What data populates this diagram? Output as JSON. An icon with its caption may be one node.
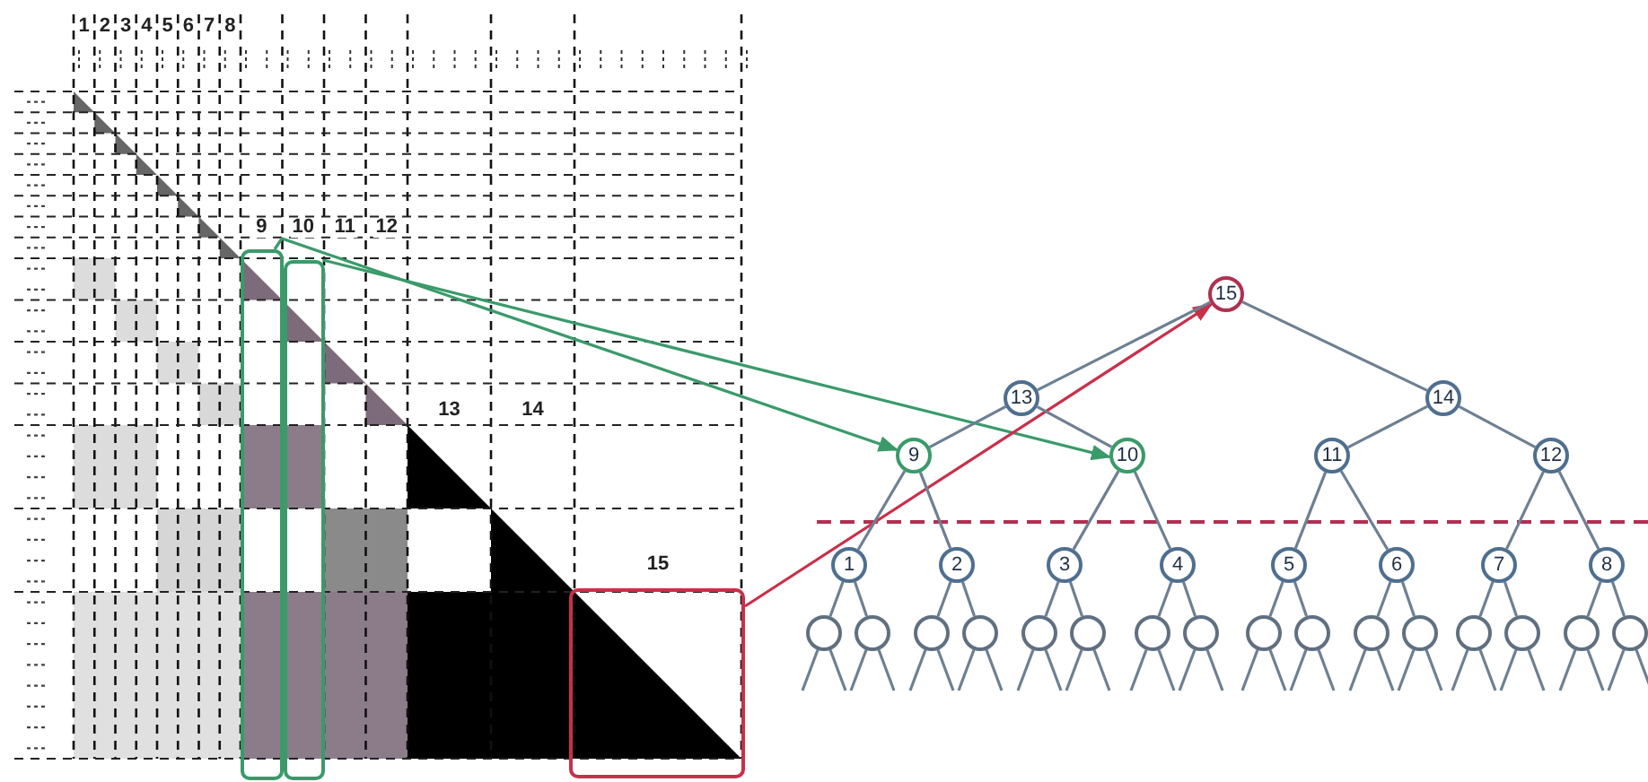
{
  "diagram": {
    "nodes": [
      {
        "text": [],
        "shape": "box"
      },
      {
        "text": [],
        "shape": "box"
      },
      {
        "text": [],
        "shape": "box"
      },
      {
        "text": [
          "15"
        ]
      },
      {
        "text": [
          "13"
        ]
      },
      {
        "text": [
          "14"
        ]
      },
      {
        "text": [
          "9"
        ]
      },
      {
        "text": [
          "10"
        ]
      },
      {
        "text": [
          "11"
        ]
      },
      {
        "text": [
          "12"
        ]
      },
      {
        "text": [
          "1"
        ]
      },
      {
        "text": [
          "2"
        ]
      },
      {
        "text": [
          "3"
        ]
      },
      {
        "text": [
          "4"
        ]
      },
      {
        "text": [
          "5"
        ]
      },
      {
        "text": [
          "6"
        ]
      },
      {
        "text": [
          "7"
        ]
      },
      {
        "text": [
          "8"
        ]
      },
      {
        "text": [],
        "shape": "circle"
      },
      {
        "text": [],
        "shape": "circle"
      },
      {
        "text": [],
        "shape": "circle"
      },
      {
        "text": [],
        "shape": "circle"
      },
      {
        "text": [],
        "shape": "circle"
      },
      {
        "text": [],
        "shape": "circle"
      },
      {
        "text": [],
        "shape": "circle"
      },
      {
        "text": [],
        "shape": "circle"
      },
      {
        "text": [],
        "shape": "circle"
      },
      {
        "text": [],
        "shape": "circle"
      },
      {
        "text": [],
        "shape": "circle"
      },
      {
        "text": [],
        "shape": "circle"
      },
      {
        "text": [],
        "shape": "circle"
      },
      {
        "text": [],
        "shape": "circle"
      },
      {
        "text": [],
        "shape": "circle"
      },
      {
        "text": [],
        "shape": "circle"
      }
    ],
    "edges": [
      {
        "from": 0,
        "to": 6,
        "arrow": "to",
        "color": "#3a9a6a"
      },
      {
        "from": 1,
        "to": 7,
        "arrow": "to",
        "color": "#3a9a6a"
      },
      {
        "from": 2,
        "to": 3,
        "arrow": "to",
        "color": "#c8304a"
      },
      {
        "from": 3,
        "to": 4,
        "arrow": "none"
      },
      {
        "from": 3,
        "to": 5,
        "arrow": "none"
      },
      {
        "from": 4,
        "to": 6,
        "arrow": "none"
      },
      {
        "from": 4,
        "to": 7,
        "arrow": "none"
      },
      {
        "from": 5,
        "to": 8,
        "arrow": "none"
      },
      {
        "from": 5,
        "to": 9,
        "arrow": "none"
      },
      {
        "from": 6,
        "to": 10,
        "arrow": "none"
      },
      {
        "from": 6,
        "to": 11,
        "arrow": "none"
      },
      {
        "from": 7,
        "to": 12,
        "arrow": "none"
      },
      {
        "from": 7,
        "to": 13,
        "arrow": "none"
      },
      {
        "from": 8,
        "to": 14,
        "arrow": "none"
      },
      {
        "from": 8,
        "to": 15,
        "arrow": "none"
      },
      {
        "from": 9,
        "to": 16,
        "arrow": "none"
      },
      {
        "from": 9,
        "to": 17,
        "arrow": "none"
      },
      {
        "from": 10,
        "to": 18,
        "arrow": "none"
      },
      {
        "from": 10,
        "to": 19,
        "arrow": "none"
      },
      {
        "from": 11,
        "to": 20,
        "arrow": "none"
      },
      {
        "from": 11,
        "to": 21,
        "arrow": "none"
      },
      {
        "from": 12,
        "to": 22,
        "arrow": "none"
      },
      {
        "from": 12,
        "to": 23,
        "arrow": "none"
      },
      {
        "from": 13,
        "to": 24,
        "arrow": "none"
      },
      {
        "from": 13,
        "to": 25,
        "arrow": "none"
      },
      {
        "from": 14,
        "to": 26,
        "arrow": "none"
      },
      {
        "from": 14,
        "to": 27,
        "arrow": "none"
      },
      {
        "from": 15,
        "to": 28,
        "arrow": "none"
      },
      {
        "from": 15,
        "to": 29,
        "arrow": "none"
      },
      {
        "from": 16,
        "to": 30,
        "arrow": "none"
      },
      {
        "from": 16,
        "to": 31,
        "arrow": "none"
      },
      {
        "from": 17,
        "to": 32,
        "arrow": "none"
      },
      {
        "from": 17,
        "to": 33,
        "arrow": "none"
      },
      {
        "from": 18,
        "to": null,
        "arrow": "none"
      },
      {
        "from": 18,
        "to": null,
        "arrow": "none"
      },
      {
        "from": 19,
        "to": null,
        "arrow": "none"
      },
      {
        "from": 19,
        "to": null,
        "arrow": "none"
      },
      {
        "from": 20,
        "to": null,
        "arrow": "none"
      },
      {
        "from": 20,
        "to": null,
        "arrow": "none"
      },
      {
        "from": 21,
        "to": null,
        "arrow": "none"
      },
      {
        "from": 21,
        "to": null,
        "arrow": "none"
      },
      {
        "from": 22,
        "to": null,
        "arrow": "none"
      },
      {
        "from": 22,
        "to": null,
        "arrow": "none"
      },
      {
        "from": 23,
        "to": null,
        "arrow": "none"
      },
      {
        "from": 23,
        "to": null,
        "arrow": "none"
      },
      {
        "from": 24,
        "to": null,
        "arrow": "none"
      },
      {
        "from": 24,
        "to": null,
        "arrow": "none"
      },
      {
        "from": 25,
        "to": null,
        "arrow": "none"
      },
      {
        "from": 25,
        "to": null,
        "arrow": "none"
      },
      {
        "from": 26,
        "to": null,
        "arrow": "none"
      },
      {
        "from": 26,
        "to": null,
        "arrow": "none"
      },
      {
        "from": 27,
        "to": null,
        "arrow": "none"
      },
      {
        "from": 27,
        "to": null,
        "arrow": "none"
      },
      {
        "from": 28,
        "to": null,
        "arrow": "none"
      },
      {
        "from": 28,
        "to": null,
        "arrow": "none"
      },
      {
        "from": 29,
        "to": null,
        "arrow": "none"
      },
      {
        "from": 29,
        "to": null,
        "arrow": "none"
      },
      {
        "from": 30,
        "to": null,
        "arrow": "none"
      },
      {
        "from": 30,
        "to": null,
        "arrow": "none"
      },
      {
        "from": 31,
        "to": null,
        "arrow": "none"
      },
      {
        "from": 31,
        "to": null,
        "arrow": "none"
      },
      {
        "from": 32,
        "to": null,
        "arrow": "none"
      },
      {
        "from": 32,
        "to": null,
        "arrow": "none"
      },
      {
        "from": 33,
        "to": null,
        "arrow": "none"
      },
      {
        "from": 33,
        "to": null,
        "arrow": "none"
      }
    ],
    "labels": [
      "1",
      "2",
      "3",
      "4",
      "5",
      "6",
      "7",
      "8",
      "9",
      "10",
      "11",
      "12",
      "13",
      "14",
      "15"
    ]
  }
}
